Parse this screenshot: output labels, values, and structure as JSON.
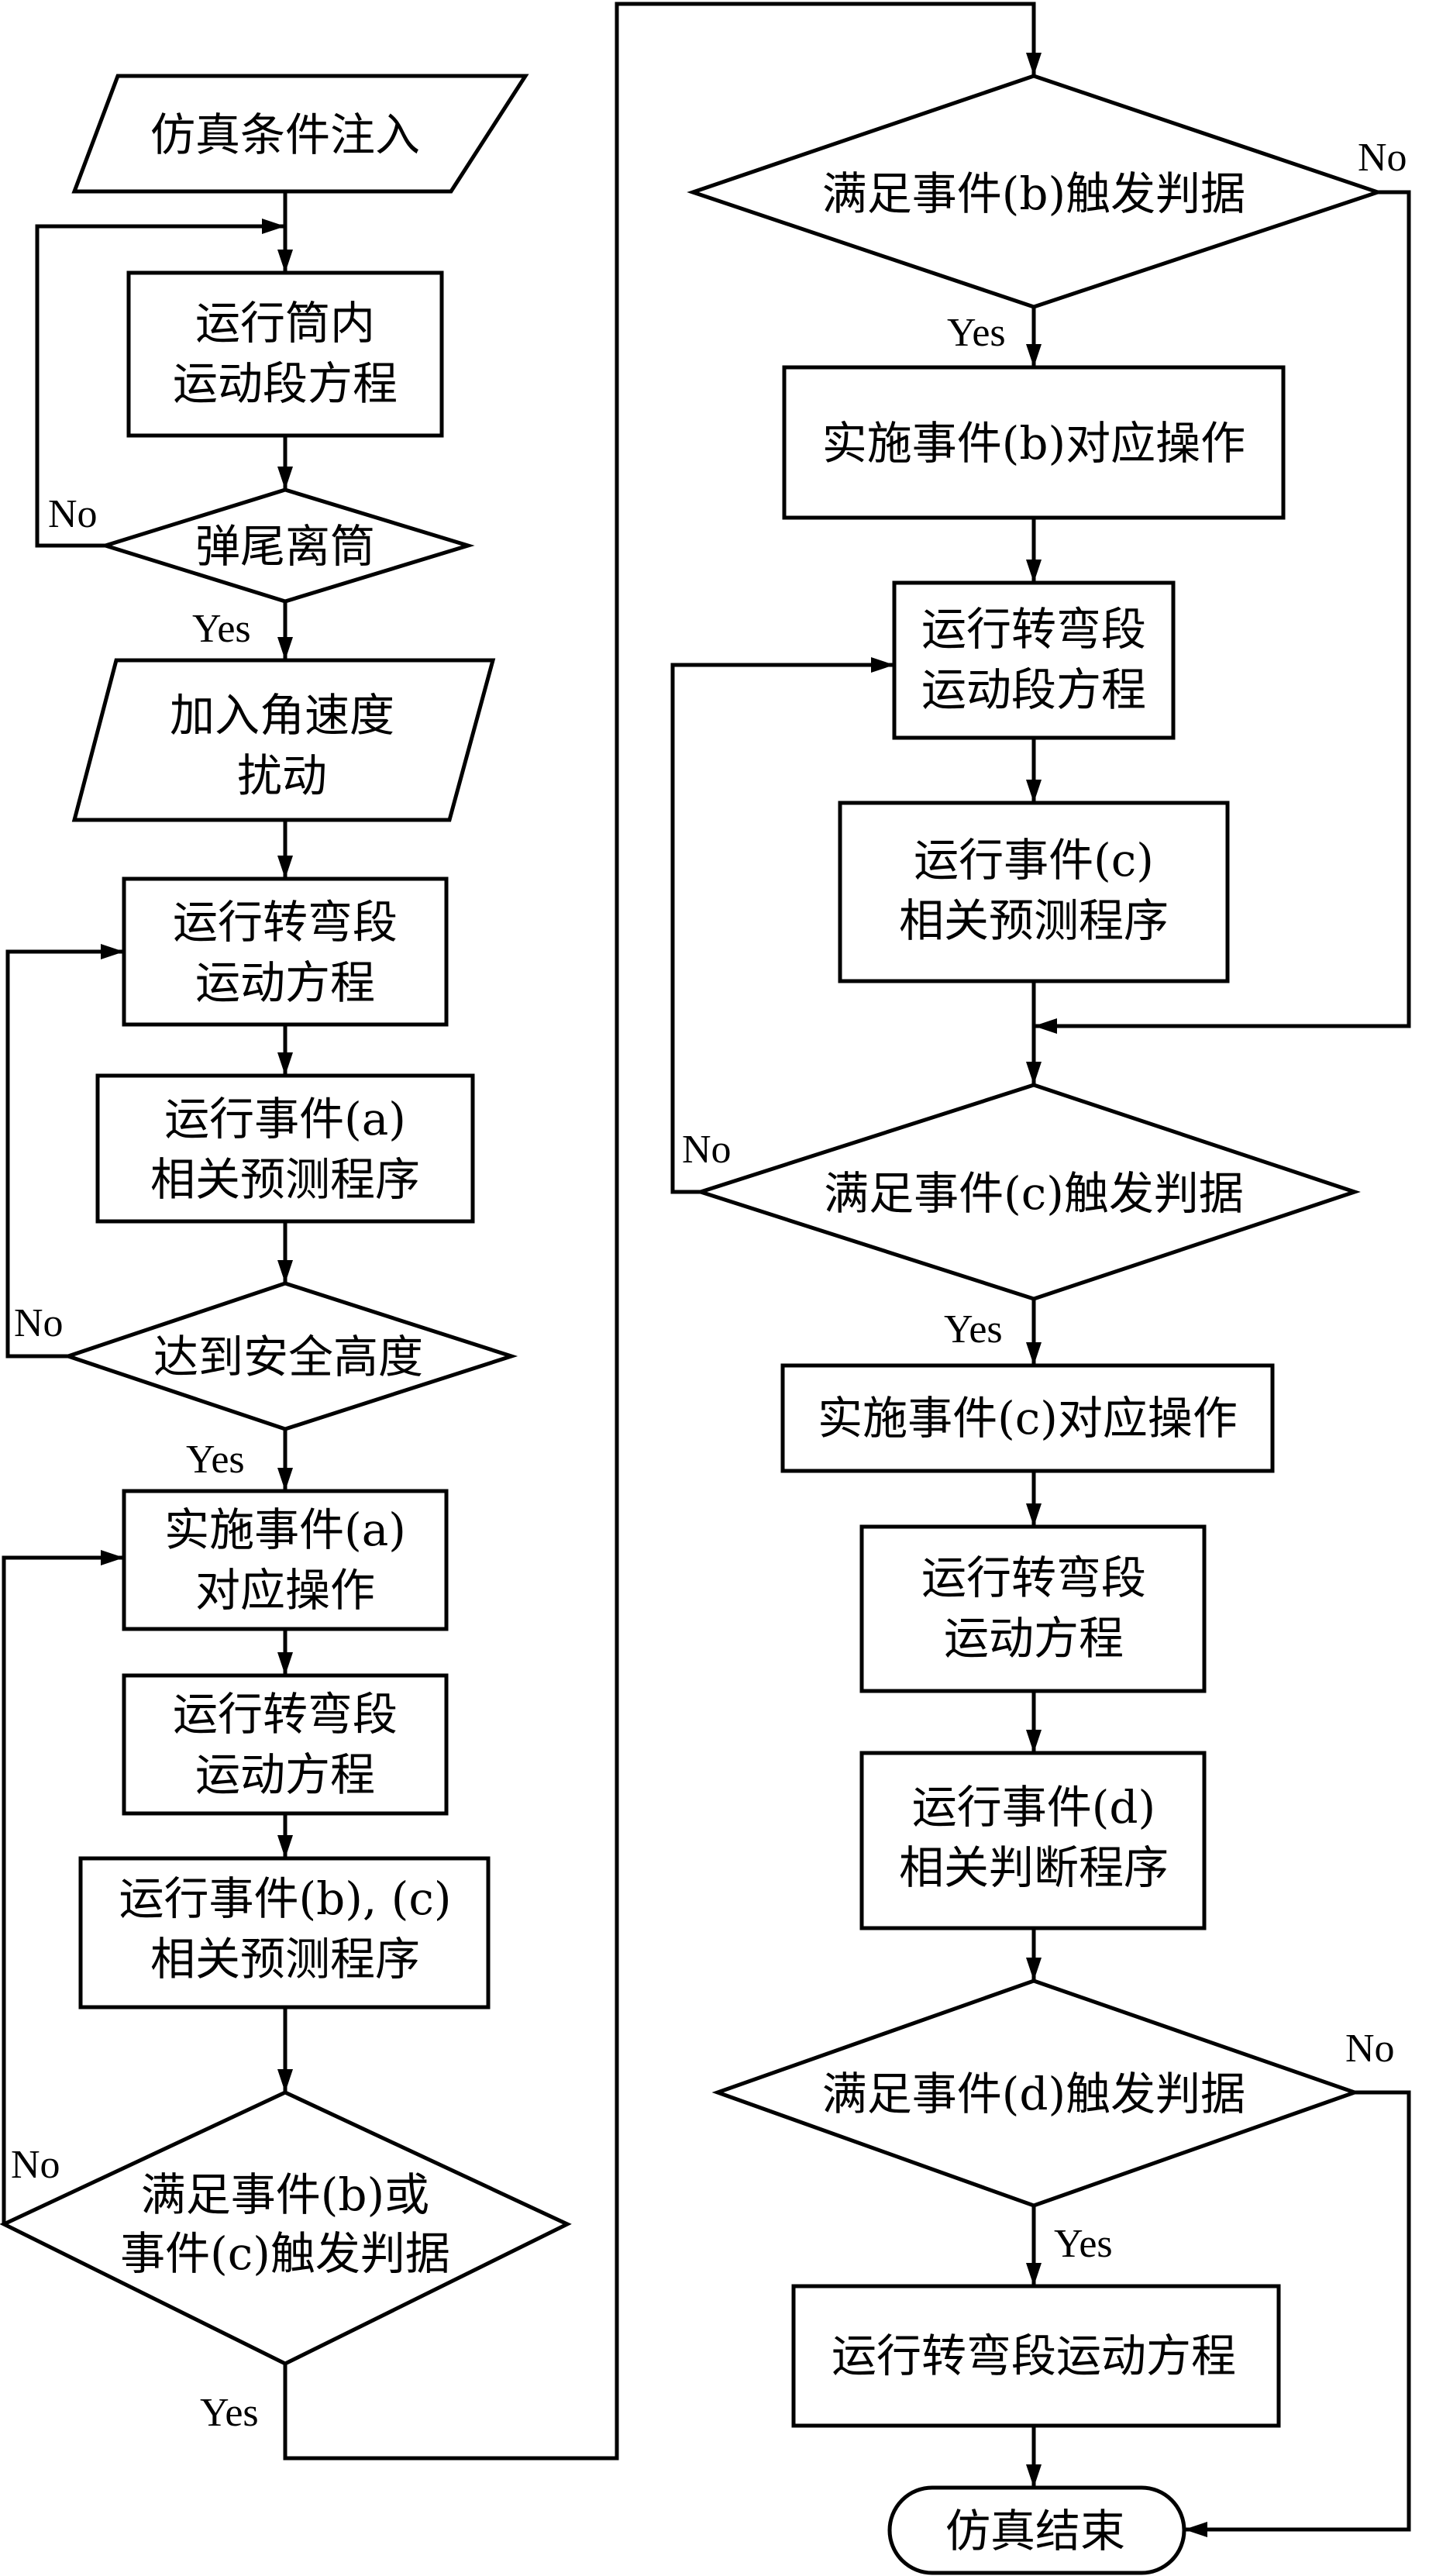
{
  "nodes": {
    "n1": "仿真条件注入",
    "n2": [
      "运行筒内",
      "运动段方程"
    ],
    "n3": "弹尾离筒",
    "n4": [
      "加入角速度",
      "扰动"
    ],
    "n5": [
      "运行转弯段",
      "运动方程"
    ],
    "n6": [
      "运行事件(a)",
      "相关预测程序"
    ],
    "n7": "达到安全高度",
    "n8": [
      "实施事件(a)",
      "对应操作"
    ],
    "n9": [
      "运行转弯段",
      "运动方程"
    ],
    "n10": [
      "运行事件(b), (c)",
      "相关预测程序"
    ],
    "n11": [
      "满足事件(b)或",
      "事件(c)触发判据"
    ],
    "r1": "满足事件(b)触发判据",
    "r2": "实施事件(b)对应操作",
    "r3": [
      "运行转弯段",
      "运动段方程"
    ],
    "r4": [
      "运行事件(c)",
      "相关预测程序"
    ],
    "r5": "满足事件(c)触发判据",
    "r6": "实施事件(c)对应操作",
    "r7": [
      "运行转弯段",
      "运动方程"
    ],
    "r8": [
      "运行事件(d)",
      "相关判断程序"
    ],
    "r9": "满足事件(d)触发判据",
    "r10": "运行转弯段运动方程",
    "r11": "仿真结束"
  },
  "labels": {
    "yes": "Yes",
    "no": "No"
  }
}
